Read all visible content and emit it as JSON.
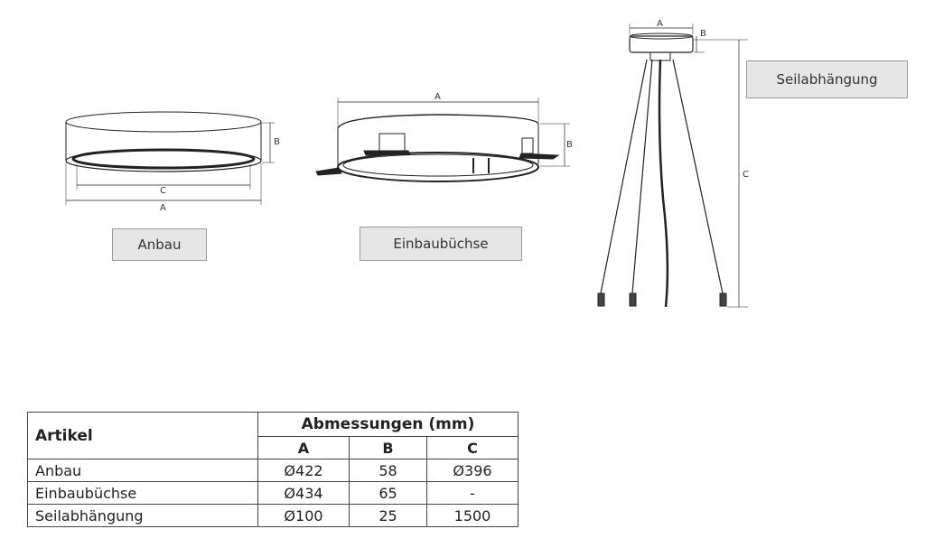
{
  "labels": {
    "anbau": "Anbau",
    "einbau": "Einbaubüchse",
    "seil": "Seilabhängung"
  },
  "dims": {
    "a": "A",
    "b": "B",
    "c": "C"
  },
  "table": {
    "col_article": "Artikel",
    "col_group": "Abmessungen (mm)",
    "col_a": "A",
    "col_b": "B",
    "col_c": "C",
    "rows": [
      {
        "name": "Anbau",
        "a": "Ø422",
        "b": "58",
        "c": "Ø396"
      },
      {
        "name": "Einbaubüchse",
        "a": "Ø434",
        "b": "65",
        "c": "-"
      },
      {
        "name": "Seilabhängung",
        "a": "Ø100",
        "b": "25",
        "c": "1500"
      }
    ]
  }
}
